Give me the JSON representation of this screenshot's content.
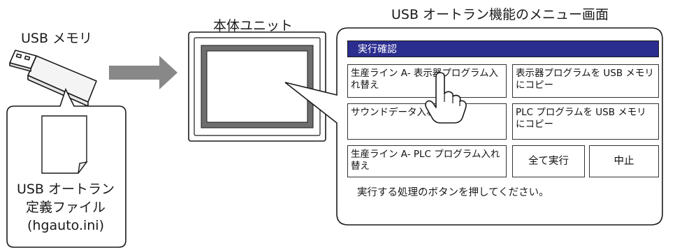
{
  "usb_memory": {
    "label": "USB メモリ"
  },
  "main_unit": {
    "label": "本体ユニット"
  },
  "menu_screen": {
    "heading": "USB オートラン機能のメニュー画面",
    "title": "実行確認",
    "buttons": [
      {
        "id": "btn-replace-screen",
        "label": "生産ライン A- 表示器プログラム入れ替え"
      },
      {
        "id": "btn-copy-display",
        "label": "表示器プログラムを USB メモリにコピー"
      },
      {
        "id": "btn-replace-sound",
        "label": "サウンドデータ入れ替え"
      },
      {
        "id": "btn-copy-plc",
        "label": "PLC プログラムを USB メモリにコピー"
      },
      {
        "id": "btn-replace-plc",
        "label": "生産ライン A- PLC プログラム入れ替え"
      },
      {
        "id": "btn-run-all",
        "label": "全て実行"
      },
      {
        "id": "btn-cancel",
        "label": "中止"
      }
    ],
    "status": "実行する処理のボタンを押してください。"
  },
  "definition_file": {
    "line1": "USB オートラン",
    "line2": "定義ファイル",
    "line3": "(hgauto.ini)"
  },
  "icons": [
    "usb-stick-icon",
    "document-icon",
    "arrow-right-icon",
    "pointing-hand-icon"
  ],
  "colors": {
    "title_bar": "#2b2d8f",
    "arrow": "#888888",
    "outline": "#1a1a1a"
  }
}
